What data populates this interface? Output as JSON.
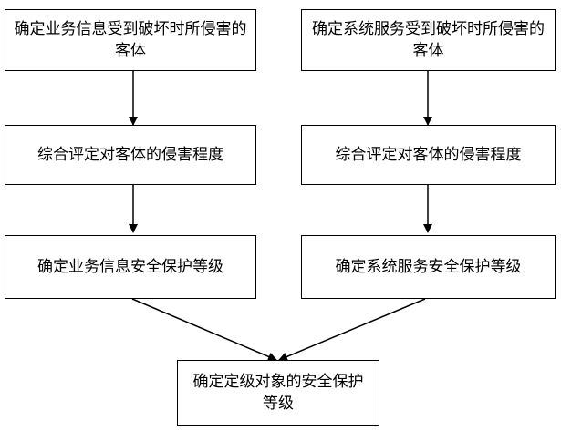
{
  "nodes": {
    "left_1": "确定业务信息受到破坏时所侵害的客体",
    "left_2": "综合评定对客体的侵害程度",
    "left_3": "确定业务信息安全保护等级",
    "right_1": "确定系统服务受到破坏时所侵害的客体",
    "right_2": "综合评定对客体的侵害程度",
    "right_3": "确定系统服务安全保护等级",
    "bottom": "确定定级对象的安全保护等级"
  },
  "colors": {
    "stroke": "#000000",
    "background": "#ffffff"
  }
}
